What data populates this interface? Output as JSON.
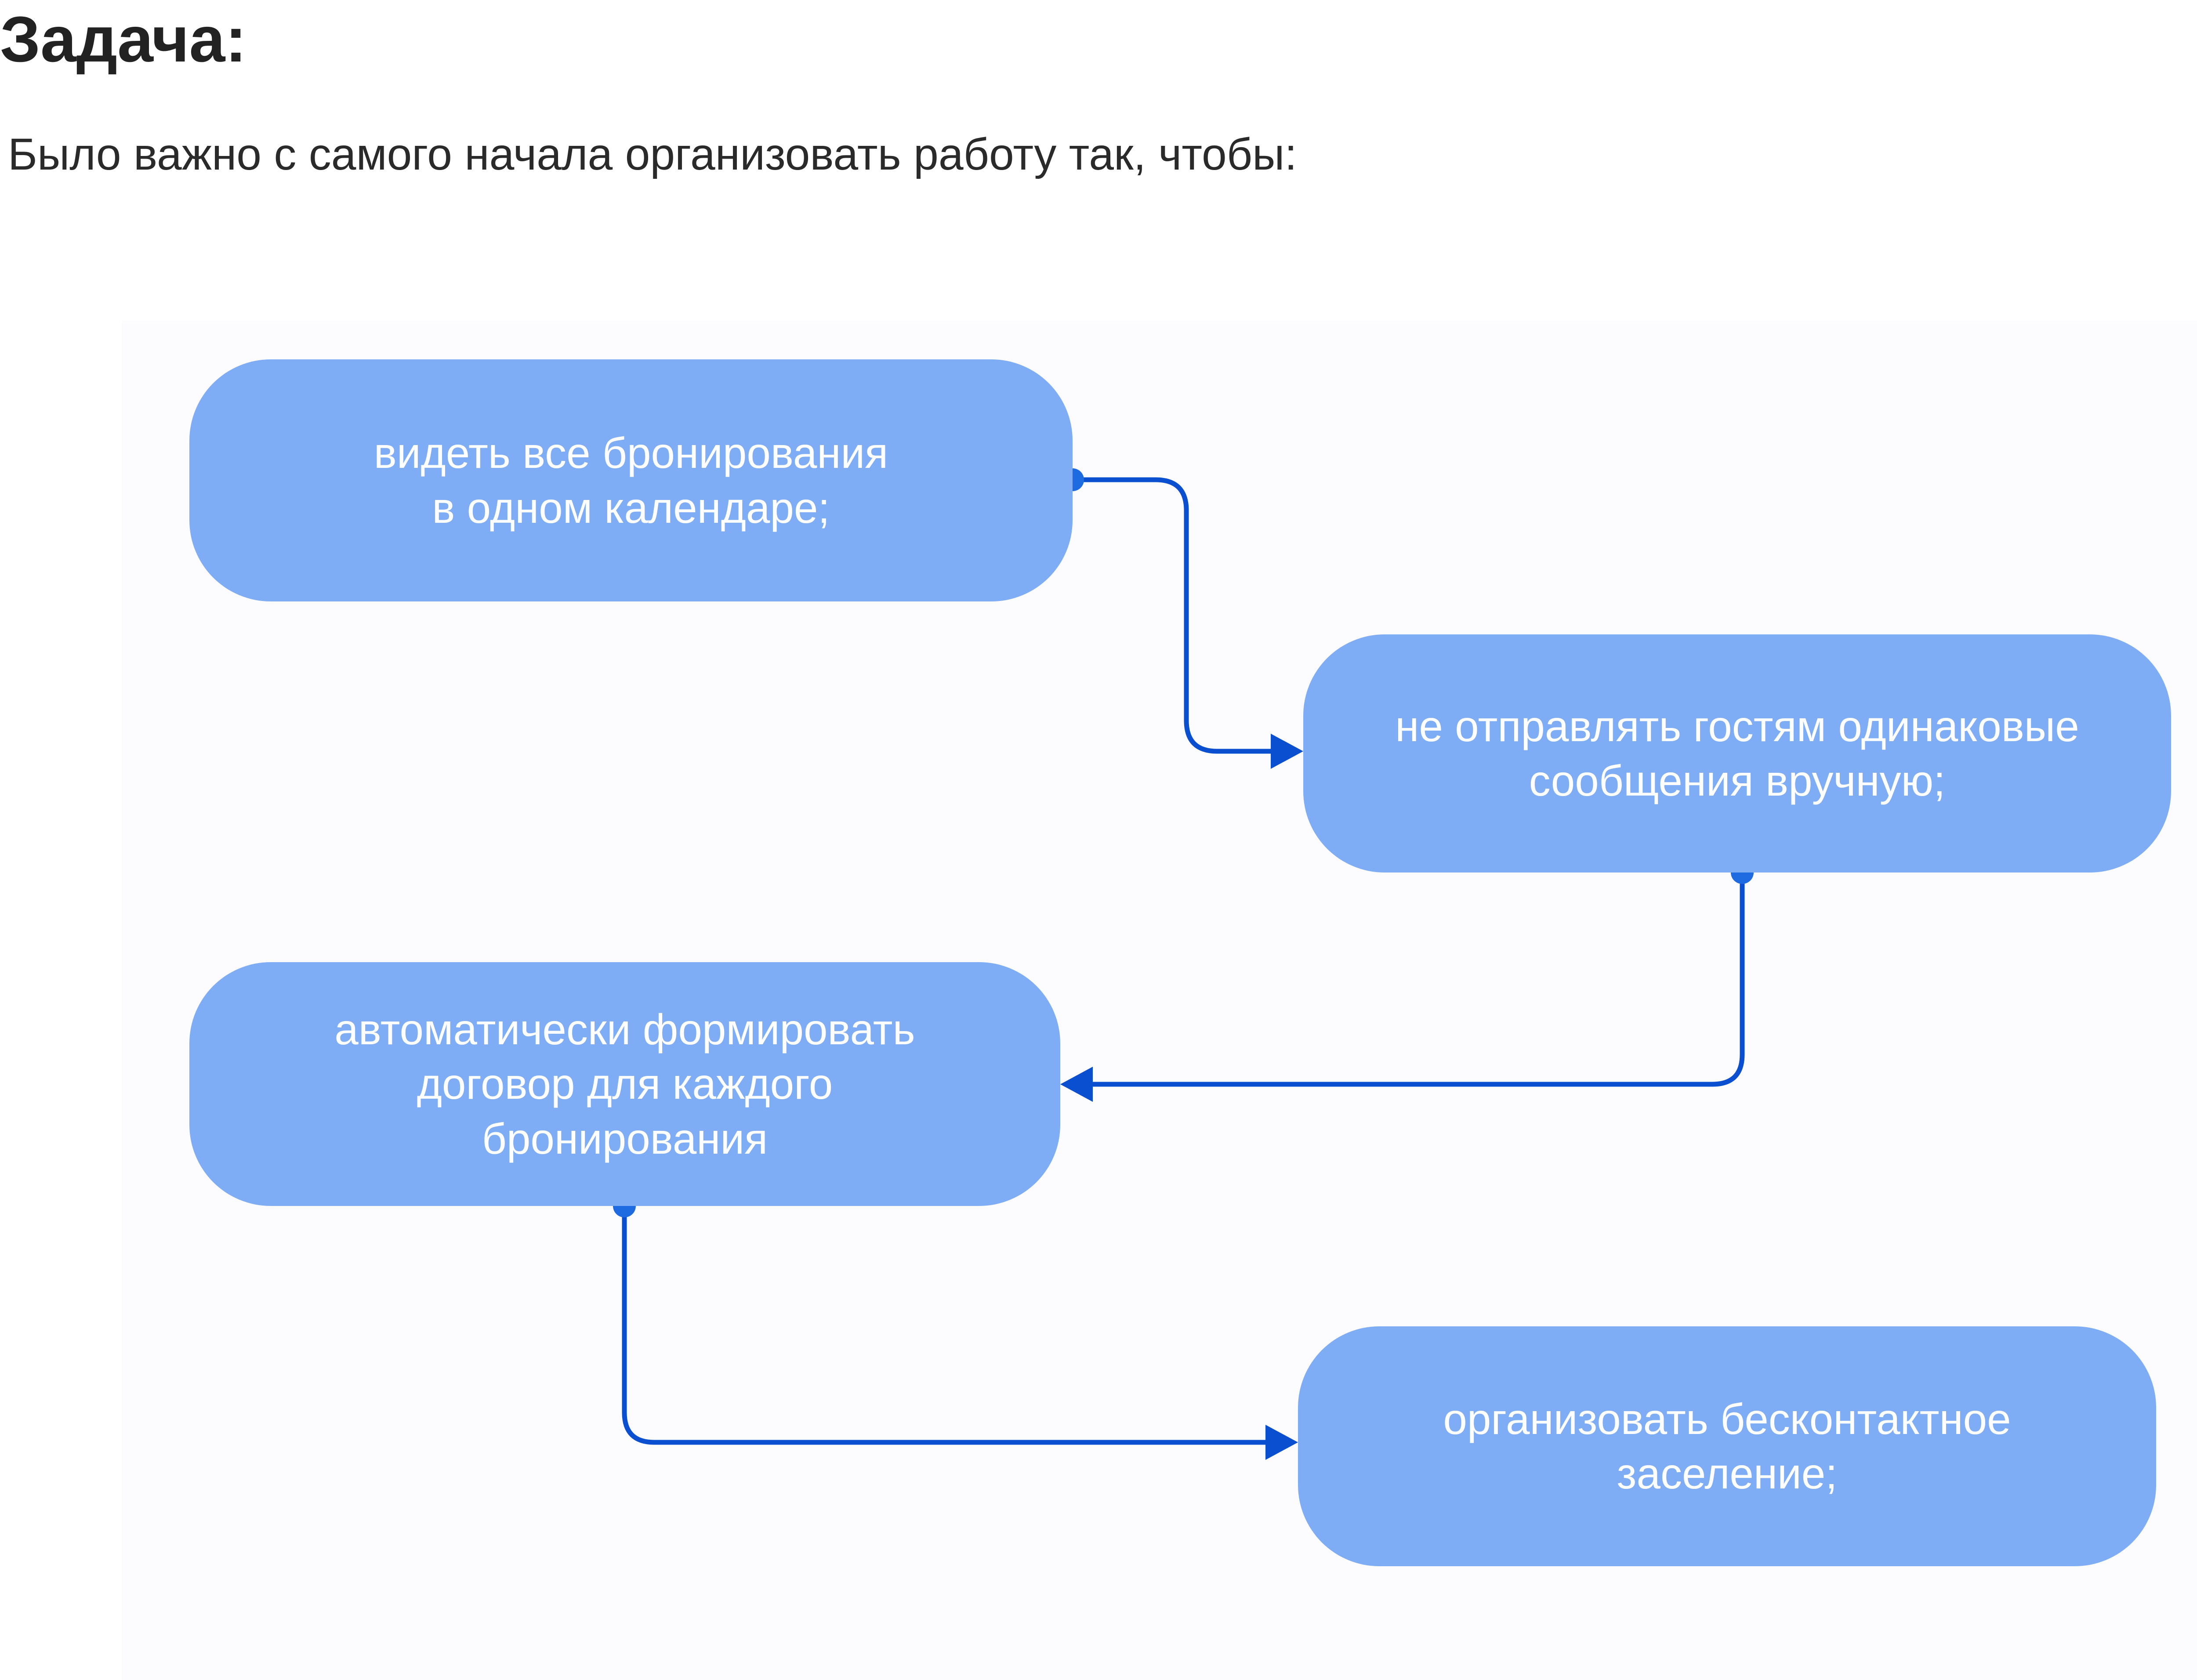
{
  "header": {
    "title": "Задача:",
    "intro": "Было важно с самого начала организовать работу так, чтобы:"
  },
  "diagram": {
    "steps": [
      {
        "text": "видеть все бронирования\nв одном календаре;"
      },
      {
        "text": "не отправлять гостям одинаковые\nсообщения вручную;"
      },
      {
        "text": "автоматически формировать\nдоговор для каждого\nбронирования"
      },
      {
        "text": "организовать бесконтактное\nзаселение;"
      }
    ],
    "colors": {
      "box_fill": "#7eadf6",
      "box_text": "#ffffff",
      "connector": "#0a4fd0",
      "connector_dot": "#1e6ae0"
    }
  }
}
